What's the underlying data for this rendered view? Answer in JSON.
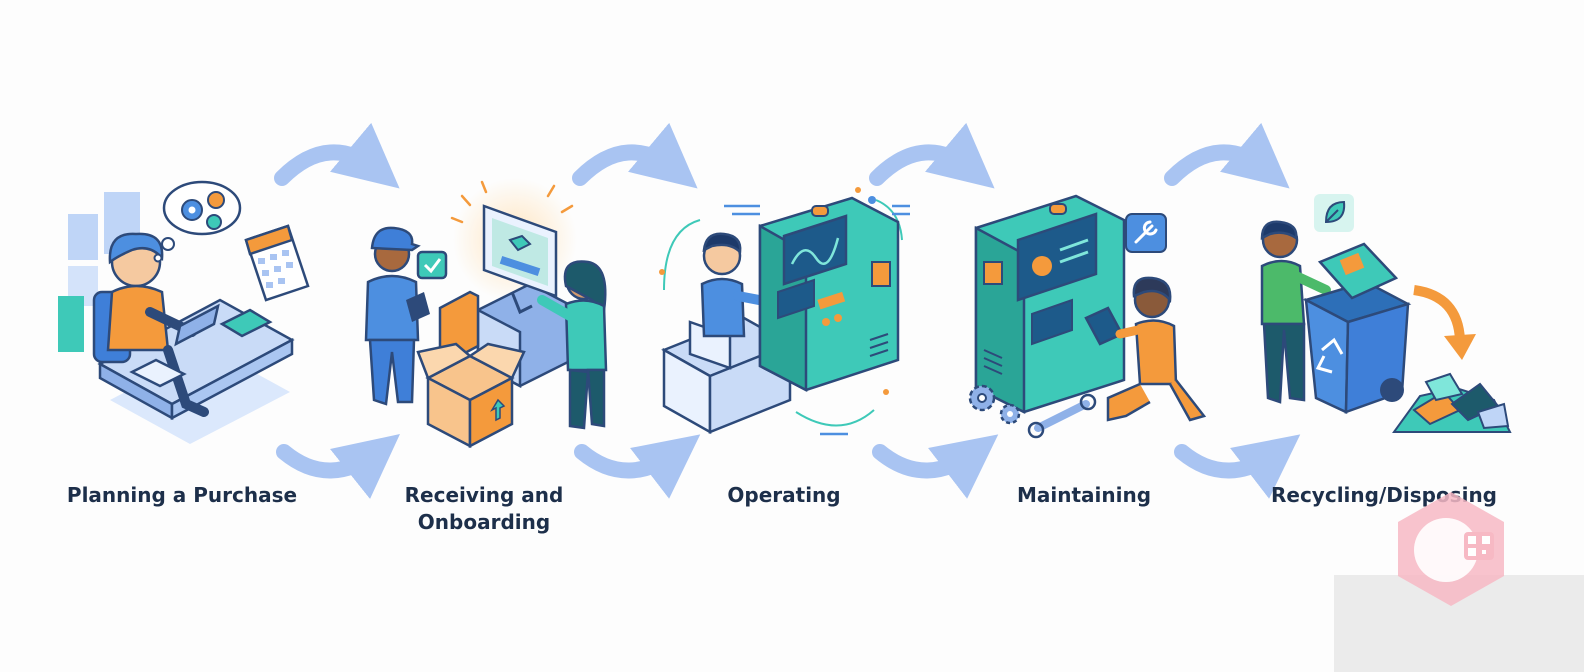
{
  "diagram": {
    "stages": [
      {
        "id": "planning",
        "label": "Planning a Purchase"
      },
      {
        "id": "receiving",
        "label": "Receiving and Onboarding"
      },
      {
        "id": "operating",
        "label": "Operating"
      },
      {
        "id": "maintaining",
        "label": "Maintaining"
      },
      {
        "id": "recycling",
        "label": "Recycling/Disposing"
      }
    ],
    "icons": {
      "planning": [
        "person-at-desk-illustration",
        "gears-and-dollar-thought-bubble-icon",
        "calendar-icon",
        "tablet-icon",
        "book-icon"
      ],
      "receiving": [
        "delivery-worker-illustration",
        "checkmark-badge-icon",
        "computer-monitor-icon",
        "open-box-icon",
        "woman-at-screen-illustration"
      ],
      "operating": [
        "operator-illustration",
        "control-machine-icon",
        "desk-monitor-icon"
      ],
      "maintaining": [
        "technician-illustration",
        "wrench-badge-icon",
        "gear-icons",
        "wrench-icon",
        "machine-icon"
      ],
      "recycling": [
        "person-recycling-illustration",
        "leaf-badge-icon",
        "recycle-bin-icon",
        "trash-pile-icon",
        "down-arrow-icon"
      ]
    },
    "colors": {
      "arrow": "#a9c4f2",
      "teal": "#3ec9b8",
      "blue": "#4d8fe0",
      "orange": "#f49a3c",
      "navy": "#1d2f4a"
    }
  }
}
